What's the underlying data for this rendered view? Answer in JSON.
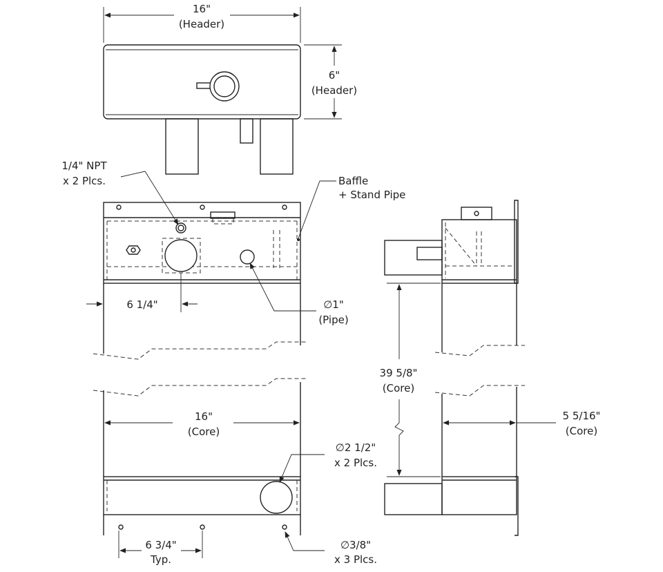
{
  "labels": {
    "header_width": "16\"",
    "header_width_note": "(Header)",
    "header_height": "6\"",
    "header_height_note": "(Header)",
    "npt": "1/4\" NPT",
    "npt_qty": "x 2 Plcs.",
    "baffle": "Baffle",
    "baffle_note": "+ Stand Pipe",
    "offset": "6 1/4\"",
    "pipe_dia": "∅1\"",
    "pipe_note": "(Pipe)",
    "core_length": "39 5/8\"",
    "core_length_note": "(Core)",
    "core_width": "16\"",
    "core_width_note": "(Core)",
    "core_depth": "5 5/16\"",
    "core_depth_note": "(Core)",
    "outlet_dia": "∅2 1/2\"",
    "outlet_qty": "x 2 Plcs.",
    "hole_spacing": "6 3/4\"",
    "hole_spacing_note": "Typ.",
    "hole_dia": "∅3/8\"",
    "hole_qty": "x 3 Plcs."
  }
}
